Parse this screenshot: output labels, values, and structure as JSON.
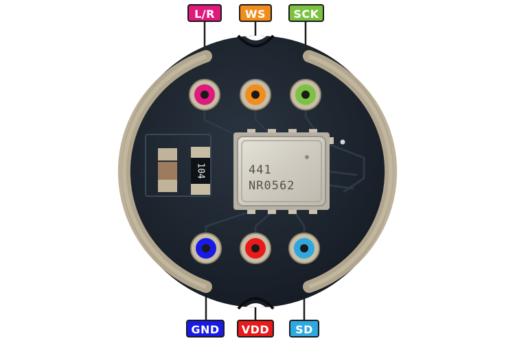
{
  "pins": [
    {
      "id": "lr",
      "label": "L/R",
      "color": "#e0197d"
    },
    {
      "id": "ws",
      "label": "WS",
      "color": "#f28c1b"
    },
    {
      "id": "sck",
      "label": "SCK",
      "color": "#7cc242"
    },
    {
      "id": "gnd",
      "label": "GND",
      "color": "#1a1ae6"
    },
    {
      "id": "vdd",
      "label": "VDD",
      "color": "#e81a1a"
    },
    {
      "id": "sd",
      "label": "SD",
      "color": "#2fa8e0"
    }
  ],
  "chip": {
    "line1": "441",
    "line2": "NR0562"
  },
  "resistor": {
    "code": "104"
  },
  "colors": {
    "board": "#1c242e",
    "copper": "#bfb39a",
    "silkscreen": "#e8e8e8",
    "chip_metal": "#d6d2c8"
  }
}
